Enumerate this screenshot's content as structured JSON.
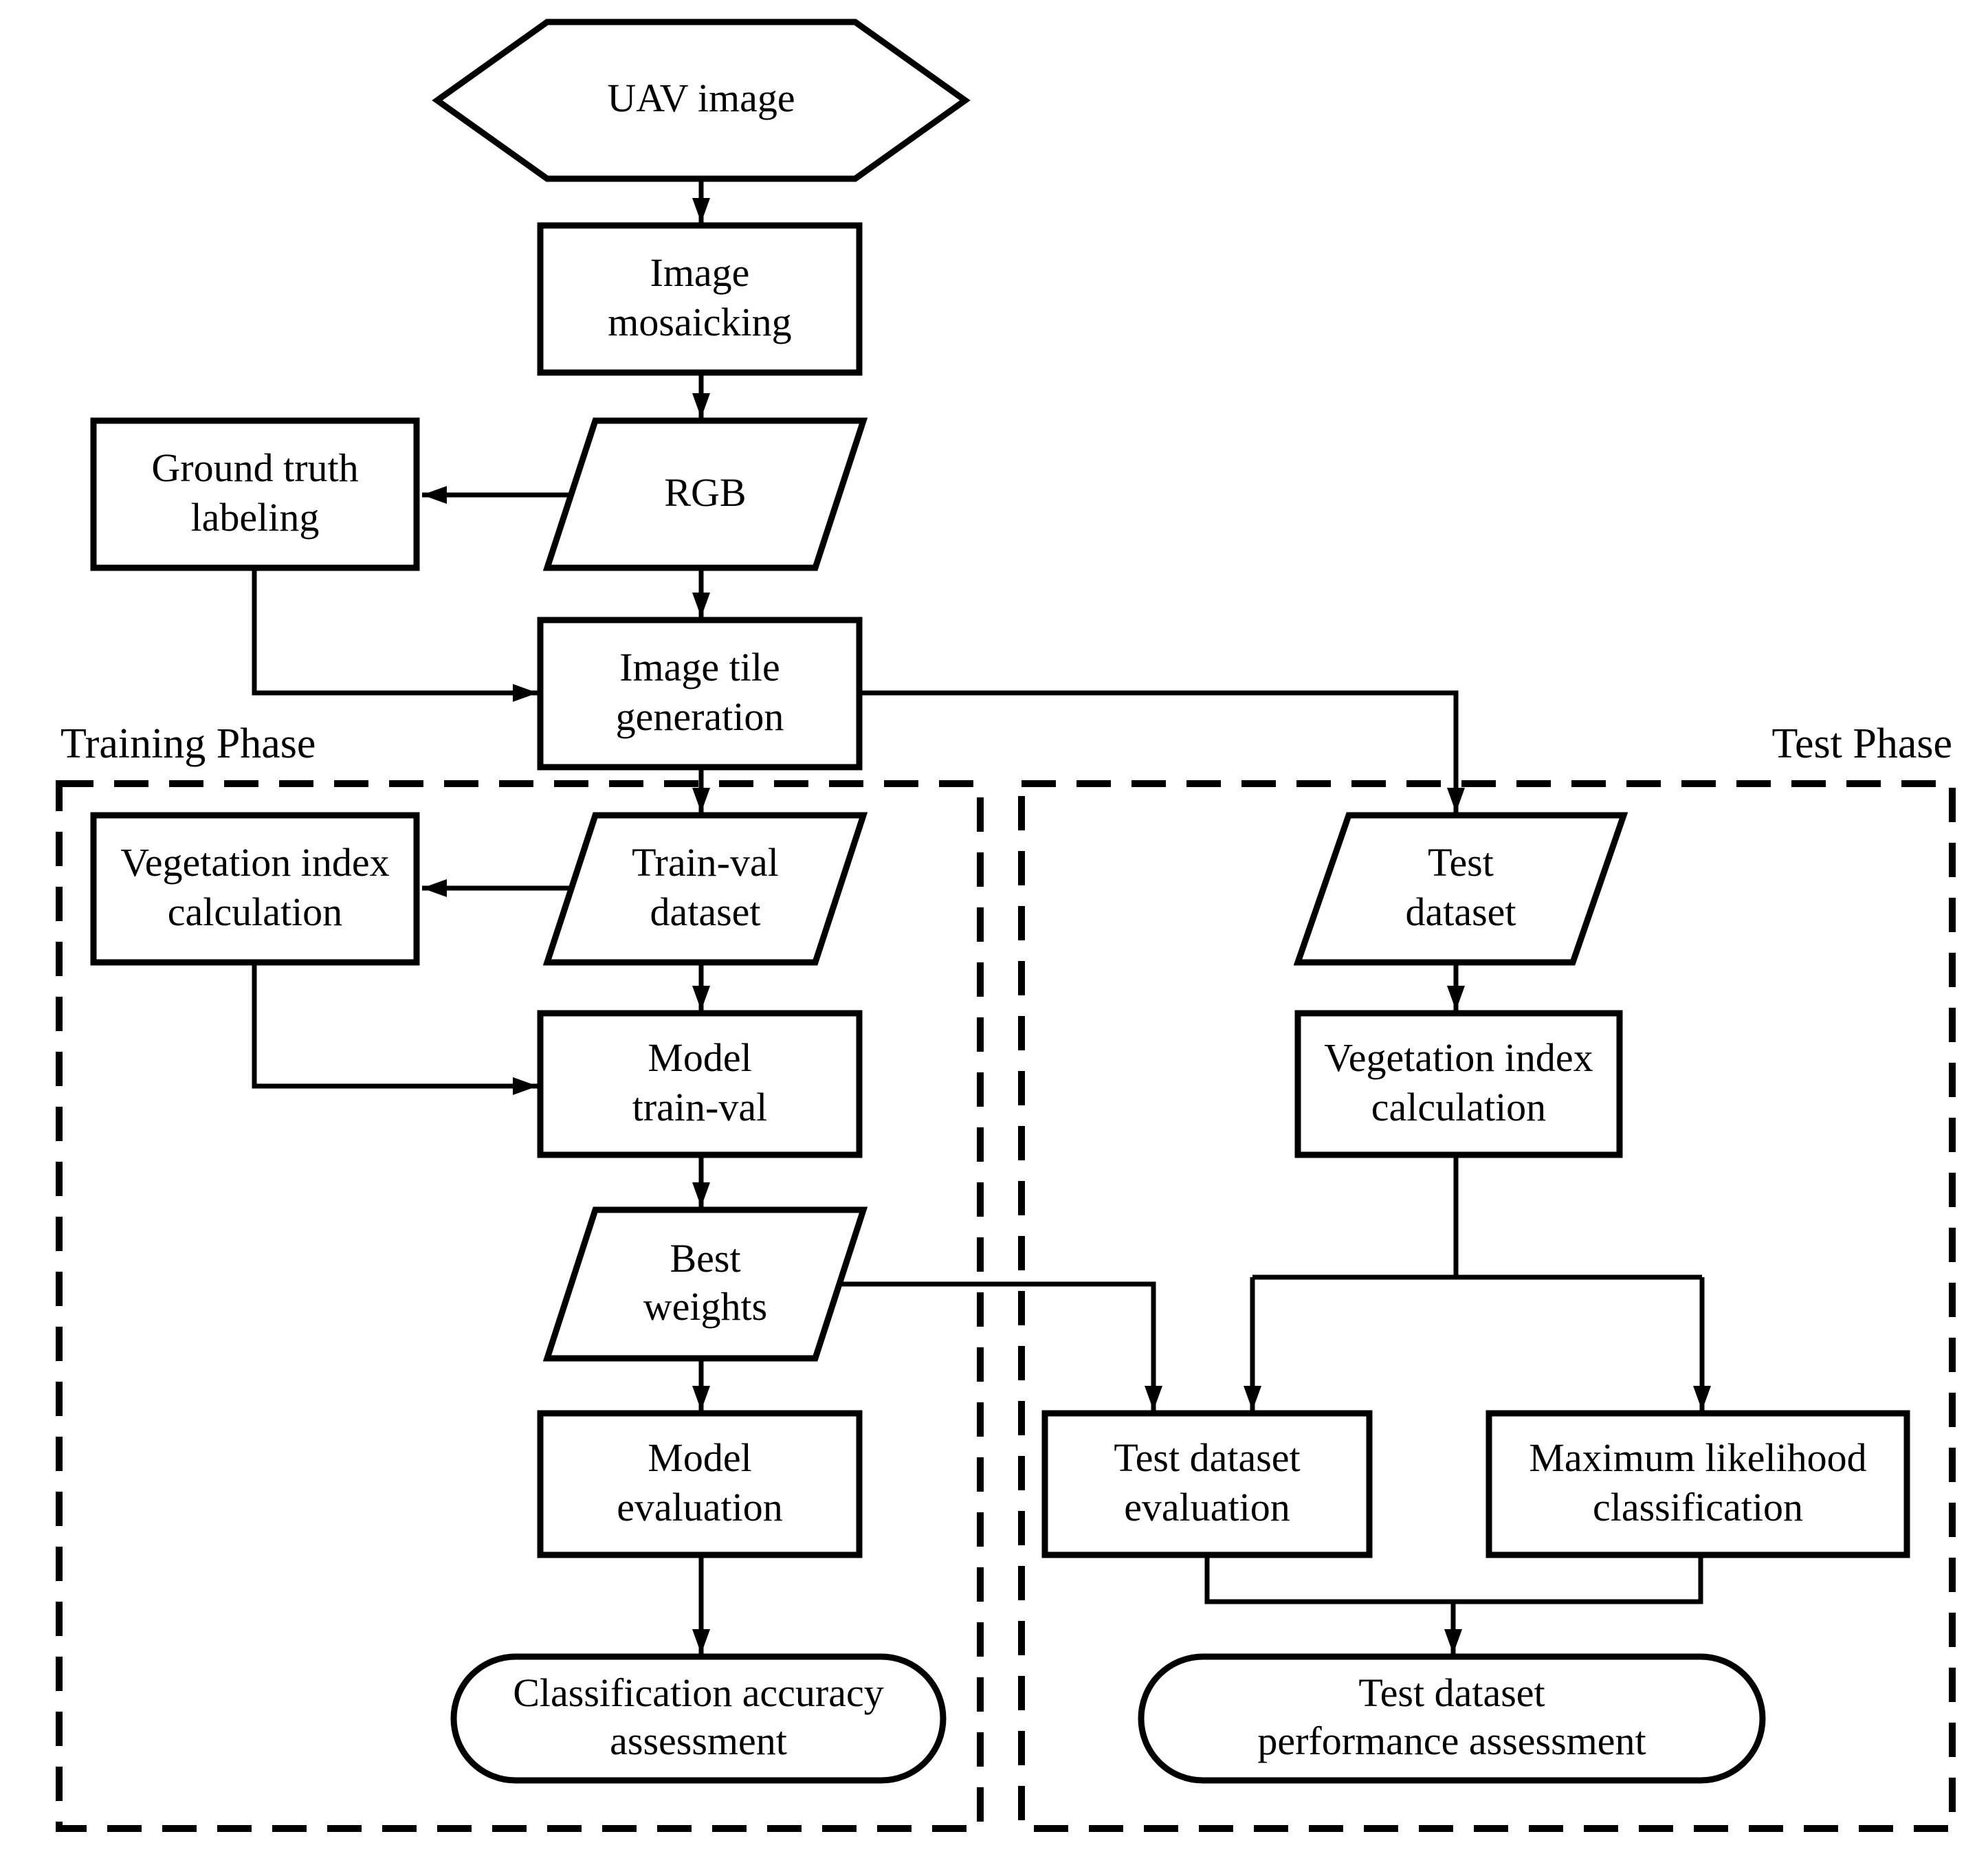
{
  "colors": {
    "ink": "#000000",
    "paper": "#ffffff"
  },
  "diagram": {
    "training_phase_label": "Training Phase",
    "test_phase_label": "Test Phase",
    "nodes": {
      "uav_image": "UAV image",
      "image_mosaicking": "Image\nmosaicking",
      "rgb": "RGB",
      "ground_truth_labeling": "Ground truth\nlabeling",
      "image_tile_generation": "Image tile\ngeneration",
      "vegetation_index_calculation_training": "Vegetation index\ncalculation",
      "train_val_dataset": "Train-val\ndataset",
      "test_dataset": "Test\ndataset",
      "model_train_val": "Model\ntrain-val",
      "vegetation_index_calculation_test": "Vegetation index\ncalculation",
      "best_weights": "Best\nweights",
      "model_evaluation": "Model\nevaluation",
      "test_dataset_evaluation": "Test dataset\nevaluation",
      "maximum_likelihood_classification": "Maximum likelihood\nclassification",
      "classification_accuracy_assessment": "Classification accuracy\nassessment",
      "test_dataset_performance_assessment": "Test dataset\nperformance assessment"
    }
  }
}
